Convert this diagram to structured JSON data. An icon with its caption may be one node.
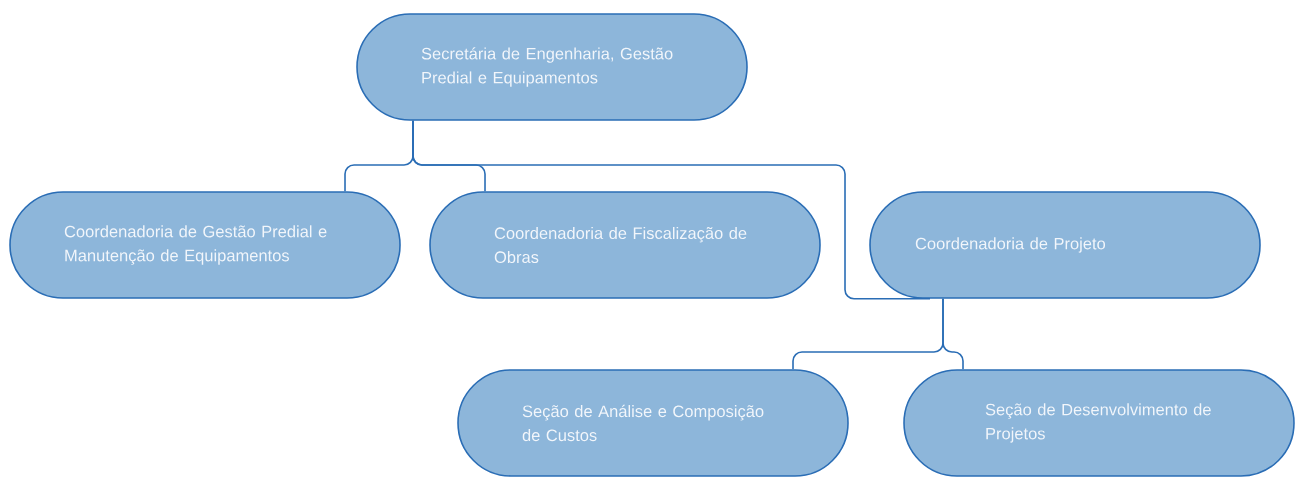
{
  "diagram": {
    "nodes": [
      {
        "text": [
          "Secretária de Engenharia, Gestão Predial e Equipamentos"
        ]
      },
      {
        "text": [
          "Coordenadoria de Gestão Predial e Manutenção de Equipamentos"
        ]
      },
      {
        "text": [
          "Coordenadoria de Fiscalização de Obras"
        ]
      },
      {
        "text": [
          "Coordenadoria de Projeto"
        ]
      },
      {
        "text": [
          "Seção de Análise e Composição de Custos"
        ]
      },
      {
        "text": [
          "Seção de Desenvolvimento de Projetos"
        ]
      }
    ],
    "edges": [
      {
        "from": 0,
        "to": 1,
        "arrow": "none"
      },
      {
        "from": 0,
        "to": 2,
        "arrow": "none"
      },
      {
        "from": 0,
        "to": 3,
        "arrow": "none"
      },
      {
        "from": 3,
        "to": 4,
        "arrow": "none"
      },
      {
        "from": 3,
        "to": 5,
        "arrow": "none"
      }
    ]
  }
}
